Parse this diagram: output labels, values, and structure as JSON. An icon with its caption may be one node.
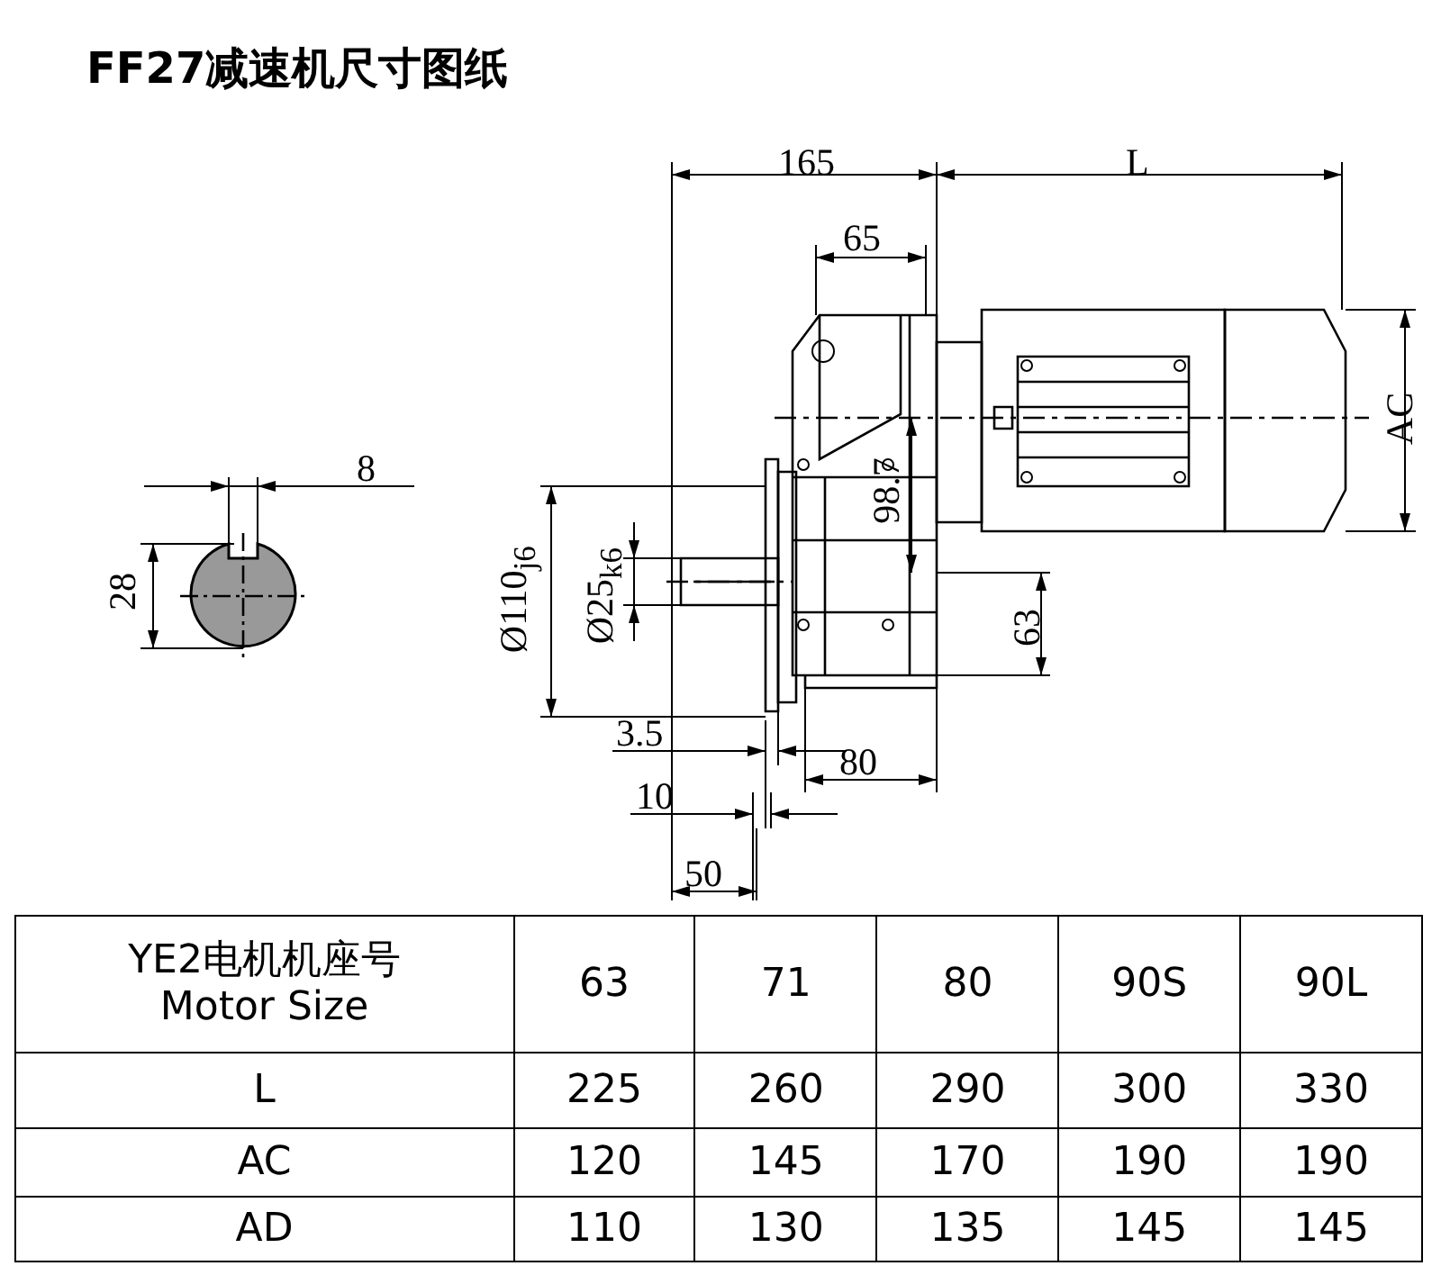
{
  "diagram": {
    "title": "FF27减速机尺寸图纸",
    "labels": [
      "8",
      "28",
      "165",
      "L",
      "65",
      "AC",
      "98.7",
      "Ø110$_{j6}$",
      "Ø25$_{k6}$",
      "63",
      "3.5",
      "10",
      "80",
      "50",
      "YE2电机机座号 Motor Size",
      "63",
      "71",
      "80",
      "90S",
      "90L",
      "L",
      "225",
      "260",
      "290",
      "300",
      "330",
      "AC",
      "120",
      "145",
      "170",
      "190",
      "190",
      "AD",
      "110",
      "130",
      "135",
      "145",
      "145"
    ]
  }
}
